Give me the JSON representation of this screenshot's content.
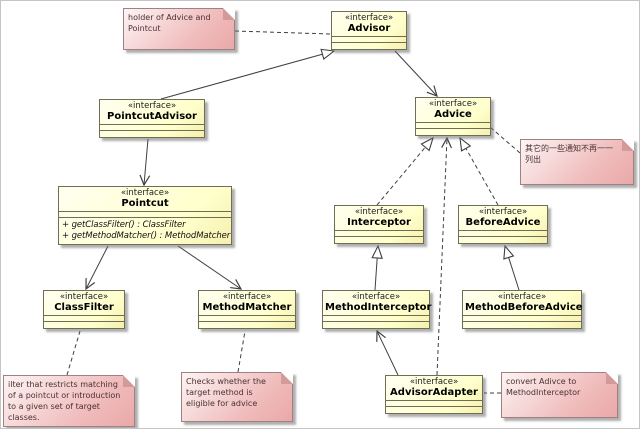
{
  "colors": {
    "class_fill_light": "#fffff0",
    "class_fill": "#ffffcc",
    "class_border": "#6e6e52",
    "note_fill_light": "#fdf4f4",
    "note_fill": "#f0bcbc",
    "note_border": "#a08080",
    "edge": "#3f3f3f"
  },
  "classes": {
    "advisor": {
      "stereotype": "«interface»",
      "name": "Advisor"
    },
    "pointcutAdvisor": {
      "stereotype": "«interface»",
      "name": "PointcutAdvisor"
    },
    "advice": {
      "stereotype": "«interface»",
      "name": "Advice"
    },
    "pointcut": {
      "stereotype": "«interface»",
      "name": "Pointcut",
      "methods": [
        "+ getClassFilter() : ClassFilter",
        "+ getMethodMatcher() : MethodMatcher"
      ]
    },
    "interceptor": {
      "stereotype": "«interface»",
      "name": "Interceptor"
    },
    "beforeAdvice": {
      "stereotype": "«interface»",
      "name": "BeforeAdvice"
    },
    "classFilter": {
      "stereotype": "«interface»",
      "name": "ClassFilter"
    },
    "methodMatcher": {
      "stereotype": "«interface»",
      "name": "MethodMatcher"
    },
    "methodInterceptor": {
      "stereotype": "«interface»",
      "name": "MethodInterceptor"
    },
    "methodBeforeAdvice": {
      "stereotype": "«interface»",
      "name": "MethodBeforeAdvice"
    },
    "advisorAdapter": {
      "stereotype": "«interface»",
      "name": "AdvisorAdapter"
    }
  },
  "notes": {
    "holder": {
      "text": "holder of Advice and Pointcut"
    },
    "others": {
      "text": "其它的一些通知不再一一列出"
    },
    "filter": {
      "text": "ilter that restricts matching of a pointcut or introduction to a given set of target classes."
    },
    "checks": {
      "text": "Checks whether the target method is eligible for advice"
    },
    "convert": {
      "text": "convert Adivce to MethodInterceptor"
    }
  }
}
